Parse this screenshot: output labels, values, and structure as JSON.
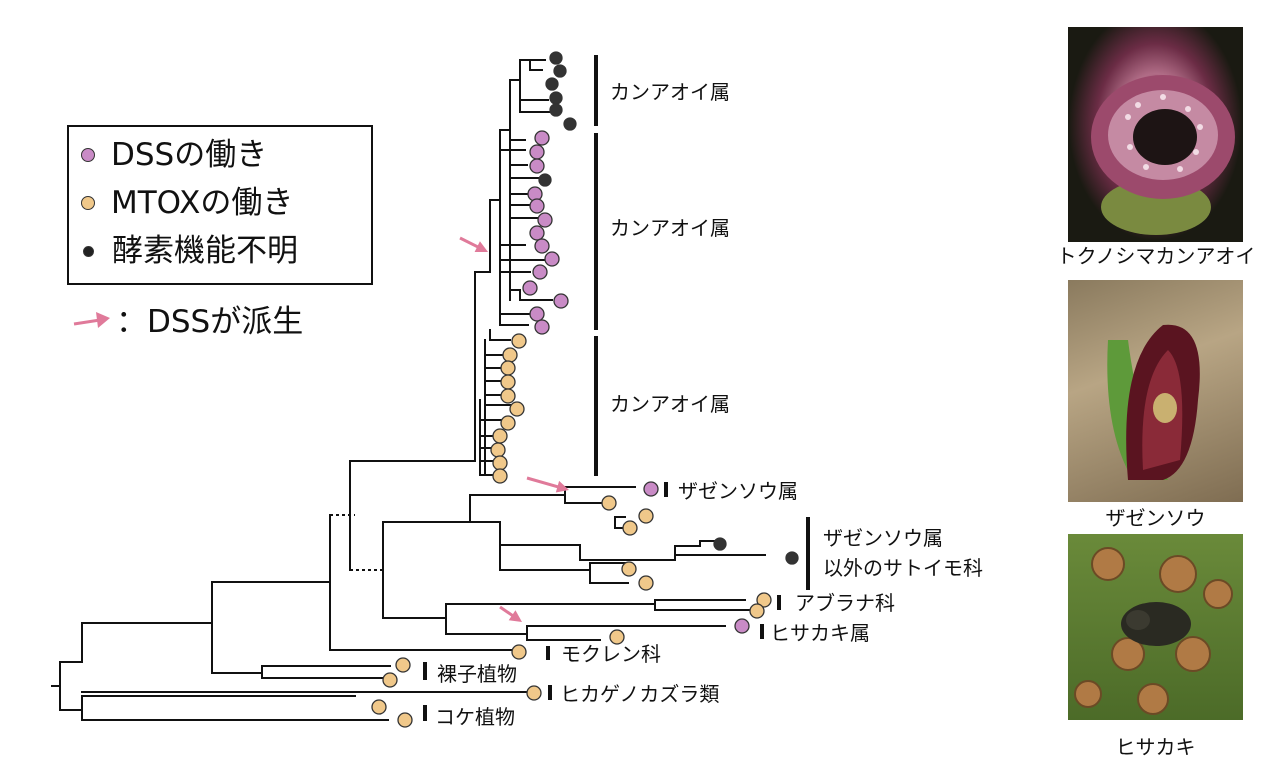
{
  "legend": {
    "dss": "DSSの働き",
    "mtox": "MTOXの働き",
    "unknown": "酵素機能不明",
    "arrow": "：DSSが派生"
  },
  "colors": {
    "dss": "#c98bc6",
    "mtox": "#f0c88a",
    "unknown": "#333333",
    "arrow": "#e07a9a"
  },
  "clades": {
    "asarum_1": "カンアオイ属",
    "asarum_2": "カンアオイ属",
    "asarum_3": "カンアオイ属",
    "symplocarpus": "ザゼンソウ属",
    "other_araceae_1": "ザゼンソウ属",
    "other_araceae_2": "以外のサトイモ科",
    "brassicaceae": "アブラナ科",
    "eurya": "ヒサカキ属",
    "magnoliaceae": "モクレン科",
    "gymnosperms": "裸子植物",
    "lycophytes": "ヒカゲノカズラ類",
    "bryophytes": "コケ植物"
  },
  "photos": {
    "asarum_caption": "トクノシマカンアオイ",
    "symplocarpus_caption": "ザゼンソウ",
    "eurya_caption": "ヒサカキ"
  }
}
